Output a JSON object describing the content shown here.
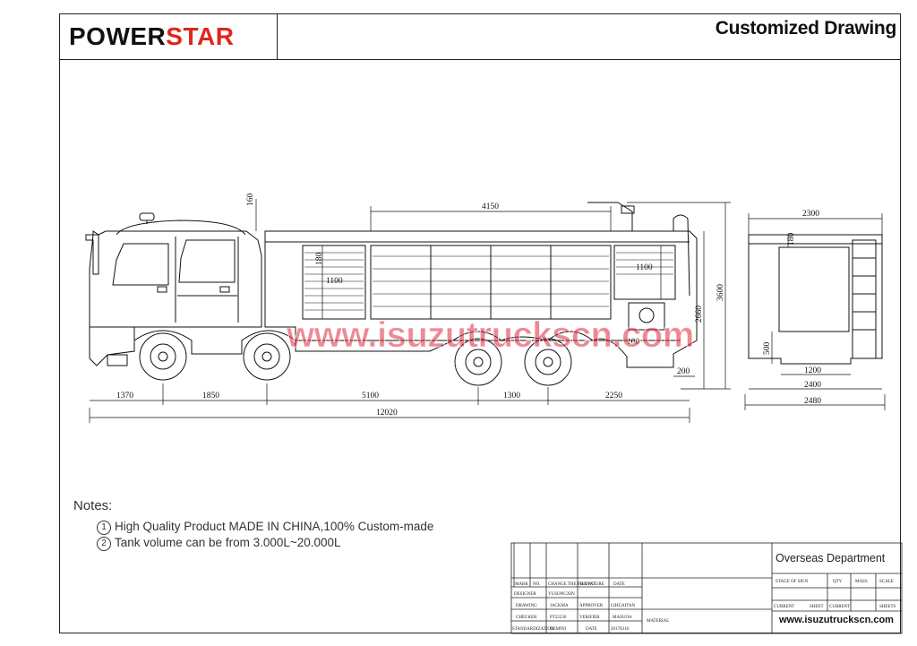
{
  "header": {
    "logo_part1": "POWER",
    "logo_part2": "STAR",
    "title": "Customized Drawing"
  },
  "dimensions": {
    "cab_height_offset": "160",
    "tank_length": "4150",
    "tank_width_top": "2300",
    "overall_height": "3600",
    "body_height": "2660",
    "compartment_height_left": "1100",
    "compartment_height_right": "1100",
    "compartment_top_left": "180",
    "compartment_top_end": "180",
    "pump_offset": "100",
    "rear_overhang_small": "200",
    "end_bottom_height": "500",
    "end_inner_width": "1200",
    "end_width": "2400",
    "end_outer_width": "2480",
    "front_overhang": "1370",
    "axle1_to_axle2": "1850",
    "axle2_to_axle3": "5100",
    "axle3_to_axle4": "1300",
    "rear_overhang": "2250",
    "overall_length": "12020"
  },
  "notes": {
    "heading": "Notes:",
    "n1_num": "1",
    "n1": "High Quality Product MADE IN CHINA,100% Custom-made",
    "n2_num": "2",
    "n2": "Tank volume can be from 3.000L~20.000L"
  },
  "title_block": {
    "department": "Overseas Department",
    "stage": "STAGE OF SIGN",
    "qty": "QTY",
    "mass": "MASS",
    "scale": "SCALE",
    "current": "CURRENT",
    "sheet": "SHEET",
    "sheets": "SHEETS",
    "material": "MATERIAL",
    "mark": "MARK",
    "no": "NO.",
    "change": "CHANGE THE FILE NO.",
    "signature": "SIGNATURE",
    "date": "DATE",
    "designer": "DESIGNER",
    "designer_name": "YUSONGXIN",
    "drawing": "DRAWING",
    "drawing_name": "JACKMA",
    "approver": "APPROVER",
    "approver_name": "LIHUAITAN",
    "checker": "CHECKER",
    "checker_name": "PT22230",
    "verifier": "VERIFIER",
    "verifier_name": "MASUOA",
    "standard": "STANDARDIZATION",
    "standard_name": "GEMINI",
    "date2": "DATE",
    "date_value": "20170318",
    "website": "www.isuzutruckscn.com"
  },
  "watermark": "www.isuzutruckscn.com",
  "colors": {
    "brand_red": "#e0251b",
    "line": "#111111",
    "watermark": "#dc283c"
  }
}
